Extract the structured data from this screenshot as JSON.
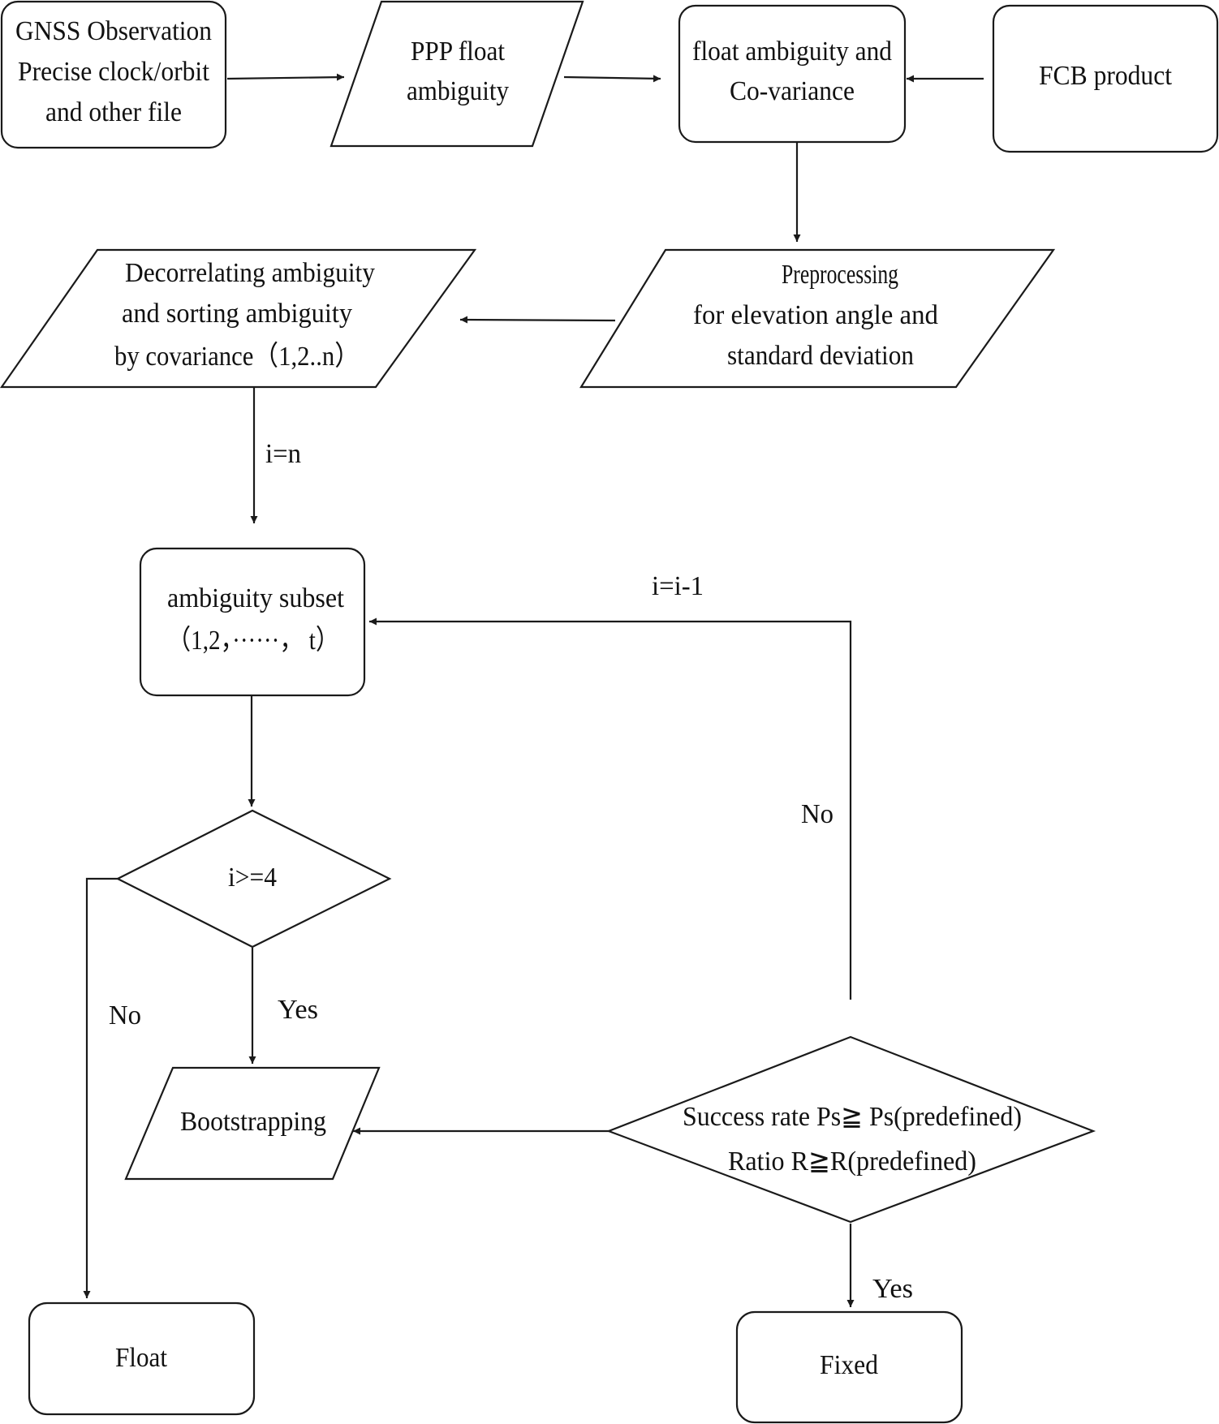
{
  "nodes": {
    "gnss": {
      "lines": [
        "GNSS Observation",
        "Precise clock/orbit",
        "and other file"
      ]
    },
    "ppp": {
      "lines": [
        "PPP float",
        "ambiguity"
      ]
    },
    "float_amb": {
      "lines": [
        "float ambiguity and",
        "Co-variance"
      ]
    },
    "fcb": {
      "lines": [
        "FCB product"
      ]
    },
    "preprocess": {
      "lines": [
        "Preprocessing",
        "for elevation  angle  and",
        "standard deviation"
      ]
    },
    "decorrelate": {
      "lines": [
        "Decorrelating ambiguity",
        "and sorting  ambiguity",
        "by covariance（1,2..n）"
      ]
    },
    "subset": {
      "lines": [
        "ambiguity subset",
        "（1,2，······， t）"
      ]
    },
    "decision_i": {
      "lines": [
        "i>=4"
      ]
    },
    "bootstrap": {
      "lines": [
        "Bootstrapping"
      ]
    },
    "decision_ps": {
      "lines": [
        "Success rate Ps≧ Ps(predefined)",
        "Ratio R≧R(predefined)"
      ]
    },
    "float_out": {
      "lines": [
        "Float"
      ]
    },
    "fixed_out": {
      "lines": [
        "Fixed"
      ]
    }
  },
  "edge_labels": {
    "i_eq_n": "i=n",
    "i_eq_i_minus_1": "i=i-1",
    "no_right": "No",
    "no_left": "No",
    "yes_i": "Yes",
    "yes_fixed": "Yes"
  }
}
